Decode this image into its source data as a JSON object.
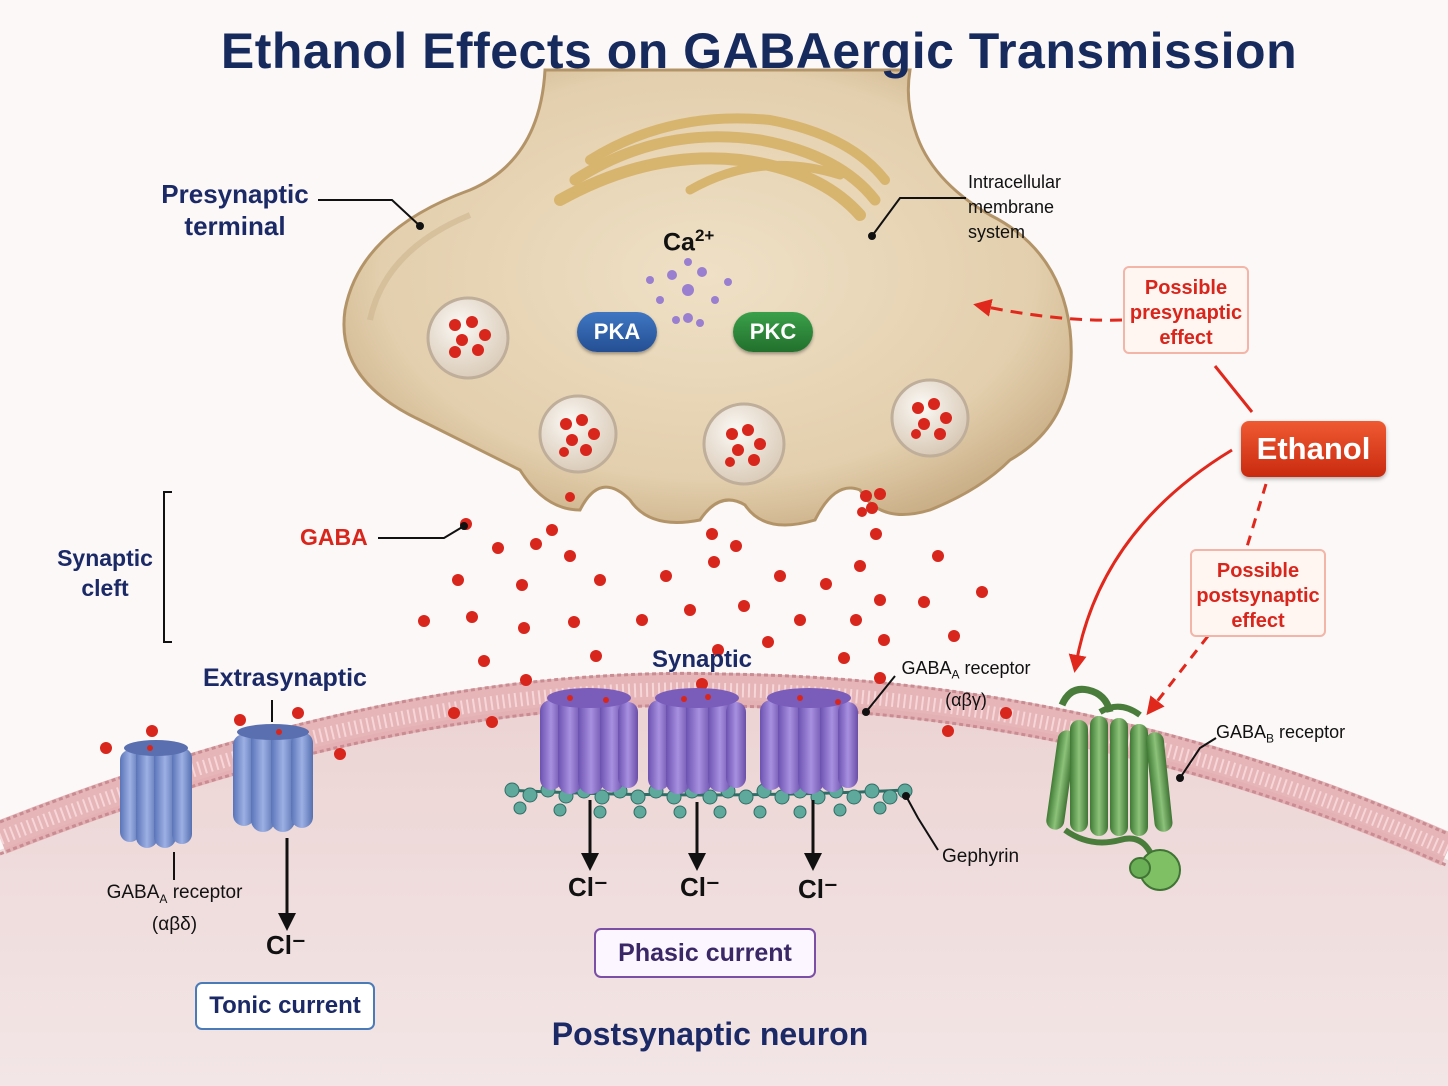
{
  "title": "Ethanol Effects on GABAergic Transmission",
  "labels": {
    "presynaptic_terminal": "Presynaptic\nterminal",
    "intracellular_membrane": "Intracellular\nmembrane\nsystem",
    "ca": "Ca",
    "ca_sup": "2+",
    "pka": "PKA",
    "pkc": "PKC",
    "gaba": "GABA",
    "synaptic_cleft": "Synaptic\ncleft",
    "extrasynaptic": "Extrasynaptic",
    "synaptic": "Synaptic",
    "gabaa_synaptic_main": "GABA",
    "gabaa_synaptic_sub": "A",
    "gabaa_synaptic_rest": " receptor",
    "gabaa_synaptic_subunits": "(αβγ)",
    "gabab_main": "GABA",
    "gabab_sub": "B",
    "gabab_rest": " receptor",
    "gephyrin": "Gephyrin",
    "gabaa_extra_main": "GABA",
    "gabaa_extra_sub": "A",
    "gabaa_extra_rest": " receptor",
    "gabaa_extra_subunits": "(αβδ)",
    "cl_ion": "Cl⁻",
    "tonic_current": "Tonic current",
    "phasic_current": "Phasic current",
    "postsynaptic_neuron": "Postsynaptic neuron",
    "ethanol": "Ethanol",
    "possible_presynaptic": "Possible\npresynaptic\neffect",
    "possible_postsynaptic": "Possible\npostsynaptic\neffect"
  },
  "colors": {
    "title": "#172a5e",
    "ethanol": "#d9361a",
    "pka": "#2a5ea8",
    "pkc": "#2e8a3a",
    "gaba_dot": "#d9261c",
    "gabaa_synaptic": "#8a6cc8",
    "gabaa_extrasynaptic": "#6f86c8",
    "gabab": "#5f9a4a",
    "gephyrin": "#4f9a90"
  }
}
